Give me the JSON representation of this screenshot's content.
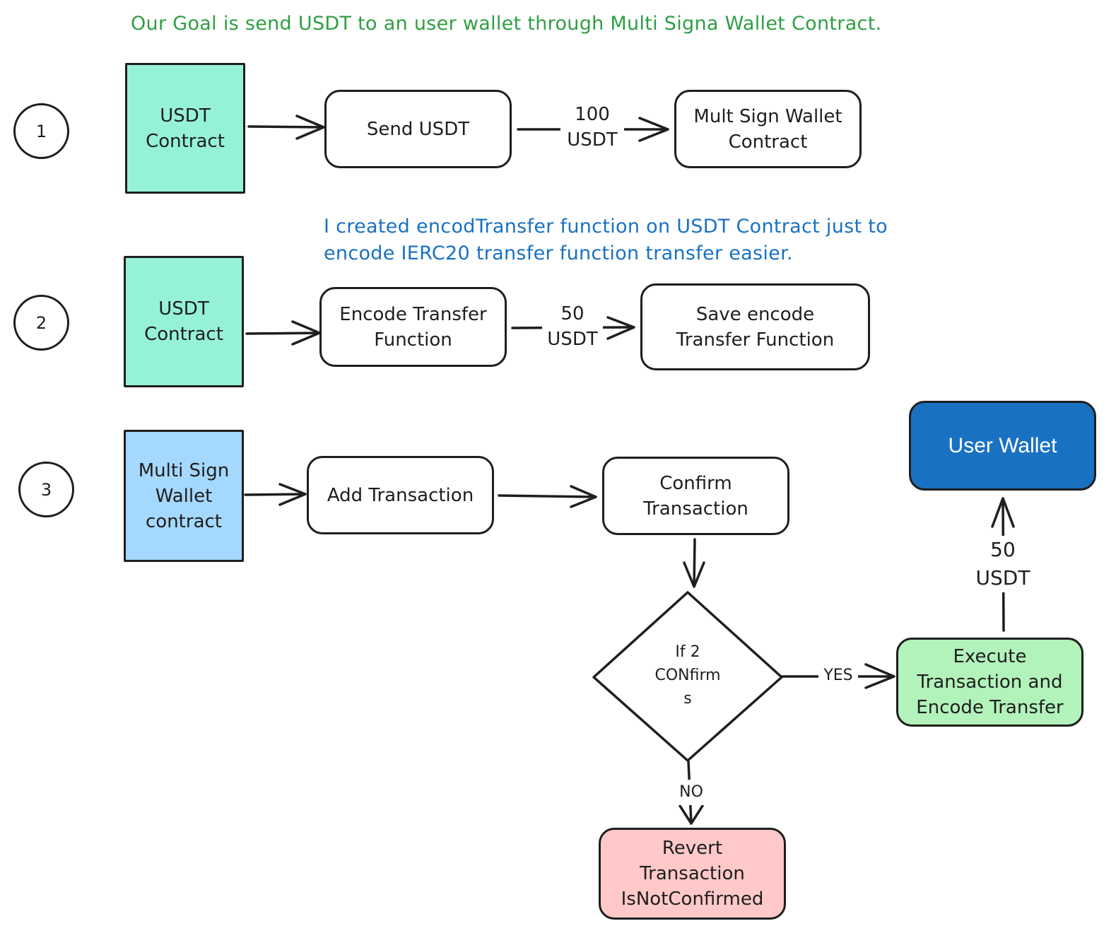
{
  "notes": {
    "goal": "Our Goal is send USDT to an user wallet through Multi Signa Wallet Contract.",
    "encode_note": "I created encodTransfer function on USDT Contract just to\nencode IERC20 transfer function transfer easier."
  },
  "steps": [
    "1",
    "2",
    "3"
  ],
  "row1": {
    "source": "USDT\nContract",
    "action": "Send USDT",
    "amount": "100\nUSDT",
    "target": "Mult Sign Wallet\nContract"
  },
  "row2": {
    "source": "USDT\nContract",
    "action": "Encode Transfer\nFunction",
    "amount": "50\nUSDT",
    "target": "Save encode\nTransfer Function"
  },
  "row3": {
    "source": "Multi Sign\nWallet\ncontract",
    "add": "Add Transaction",
    "confirm": "Confirm\nTransaction",
    "decision": "If 2\nCONfirm\ns",
    "yes": "YES",
    "no": "NO",
    "execute": "Execute\nTransaction and\nEncode Transfer",
    "revert": "Revert\nTransaction\nIsNotConfirmed",
    "amount": "50\nUSDT",
    "wallet": "User Wallet"
  },
  "colors": {
    "usdt_contract": "#96f2d7",
    "multisig_contract": "#a5d8ff",
    "execute": "#b2f2bb",
    "revert": "#ffc9c9",
    "user_wallet": "#1971c2",
    "goal_text": "#2f9e44",
    "note_text": "#1971c2"
  }
}
